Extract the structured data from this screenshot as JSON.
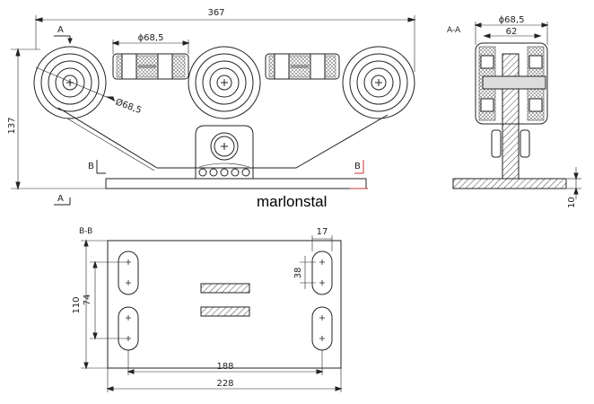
{
  "brand": "marlonstal",
  "front_view": {
    "overall_length": "367",
    "overall_height": "137",
    "bearing_dia_top": "ϕ68,5",
    "wheel_dia": "Ø68,5",
    "section_a": "A",
    "section_b": "B",
    "section_b_right": "B"
  },
  "side_view": {
    "title": "A-A",
    "bearing_dia": "ϕ68,5",
    "width": "62",
    "plate_thickness": "10"
  },
  "plate_view": {
    "title": "B-B",
    "height_total": "110",
    "hole_spacing_v": "74",
    "slot_length": "38",
    "slot_width": "17",
    "hole_spacing_h": "188",
    "width_total": "228"
  }
}
